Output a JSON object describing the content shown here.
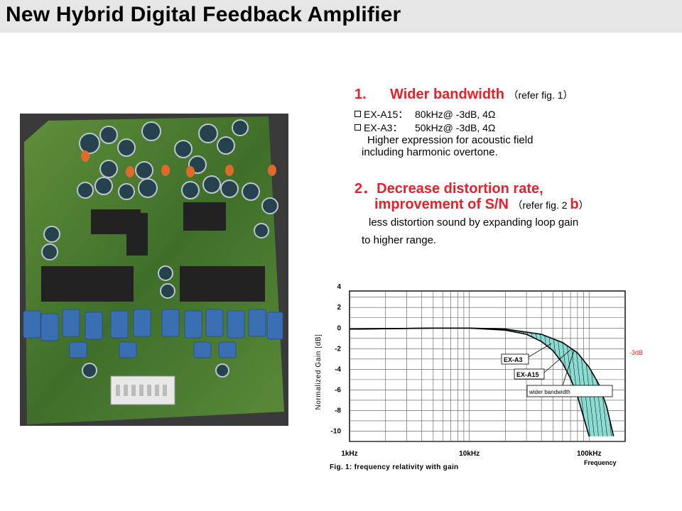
{
  "title": "New Hybrid Digital Feedback Amplifier",
  "section1": {
    "number": "1.",
    "heading": "Wider bandwidth",
    "ref": "（refer fig. 1）",
    "bullets": [
      {
        "label": "EX-A15：",
        "value": "80kHz@ -3dB, 4Ω"
      },
      {
        "label": "EX-A3：",
        "value": "50kHz@ -3dB, 4Ω"
      }
    ],
    "body_line1": "Higher expression for acoustic field",
    "body_line2": "including harmonic overtone."
  },
  "section2": {
    "heading_line1": "2．Decrease distortion rate,",
    "heading_line2": "improvement of S/N",
    "ref_prefix": "（refer fig. 2 ",
    "ref_bold": "b",
    "ref_suffix": "）",
    "body_line1": "less distortion sound by expanding loop gain",
    "body_line2": "to higher range."
  },
  "colors": {
    "accent_red": "#e8202a",
    "hatch_fill": "#7fd8cf",
    "title_bar_bg": "#e6e6e6"
  },
  "chart_data": {
    "type": "line",
    "title": "Fig. 1: frequency relativity with gain",
    "xlabel": "Frequency",
    "ylabel": "Normalized Gain [dB]",
    "x_scale": "log",
    "xlim": [
      1,
      200
    ],
    "ylim": [
      -11,
      3.6
    ],
    "x_ticks": [
      {
        "value": 1,
        "label": "1kHz"
      },
      {
        "value": 10,
        "label": "10kHz"
      },
      {
        "value": 100,
        "label": "100kHz"
      }
    ],
    "y_ticks": [
      4,
      2,
      0,
      -2,
      -4,
      -6,
      -8,
      -10
    ],
    "grid": true,
    "series": [
      {
        "name": "EX-A3",
        "x": [
          1,
          5,
          10,
          20,
          30,
          40,
          50,
          60,
          70,
          80,
          100
        ],
        "y": [
          -0.1,
          0,
          0,
          -0.2,
          -0.6,
          -1.3,
          -2.2,
          -3.4,
          -4.9,
          -6.6,
          -10.5
        ]
      },
      {
        "name": "EX-A15",
        "x": [
          1,
          5,
          10,
          20,
          40,
          60,
          80,
          100,
          120,
          140,
          160
        ],
        "y": [
          -0.1,
          0,
          0,
          -0.1,
          -0.6,
          -1.4,
          -2.4,
          -3.8,
          -5.4,
          -7.6,
          -10.5
        ]
      }
    ],
    "annotations": [
      "EX-A3",
      "EX-A15",
      "wider bandwidth",
      "-3dB"
    ]
  }
}
